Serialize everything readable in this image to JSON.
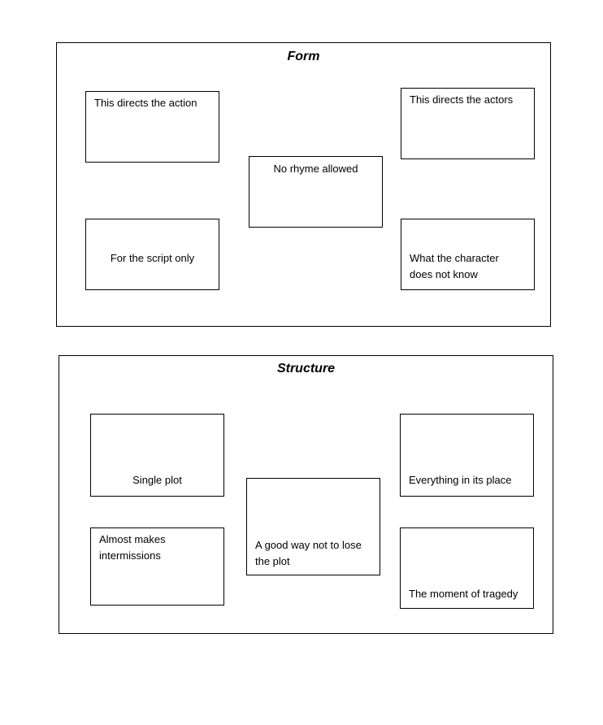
{
  "form": {
    "title": "Form",
    "boxes": [
      {
        "line1": "This directs the action"
      },
      {
        "line1": "This directs the actors"
      },
      {
        "line1": "No rhyme allowed"
      },
      {
        "line1": "For the script only"
      },
      {
        "line1": "What the character",
        "line2": "does not know"
      }
    ]
  },
  "structure": {
    "title": "Structure",
    "boxes": [
      {
        "line1": "Single plot"
      },
      {
        "line1": "Everything in its place"
      },
      {
        "line1": "A good way not to lose",
        "line2": "the plot"
      },
      {
        "line1": "Almost makes",
        "line2": "intermissions"
      },
      {
        "line1": "The moment of tragedy"
      }
    ]
  }
}
